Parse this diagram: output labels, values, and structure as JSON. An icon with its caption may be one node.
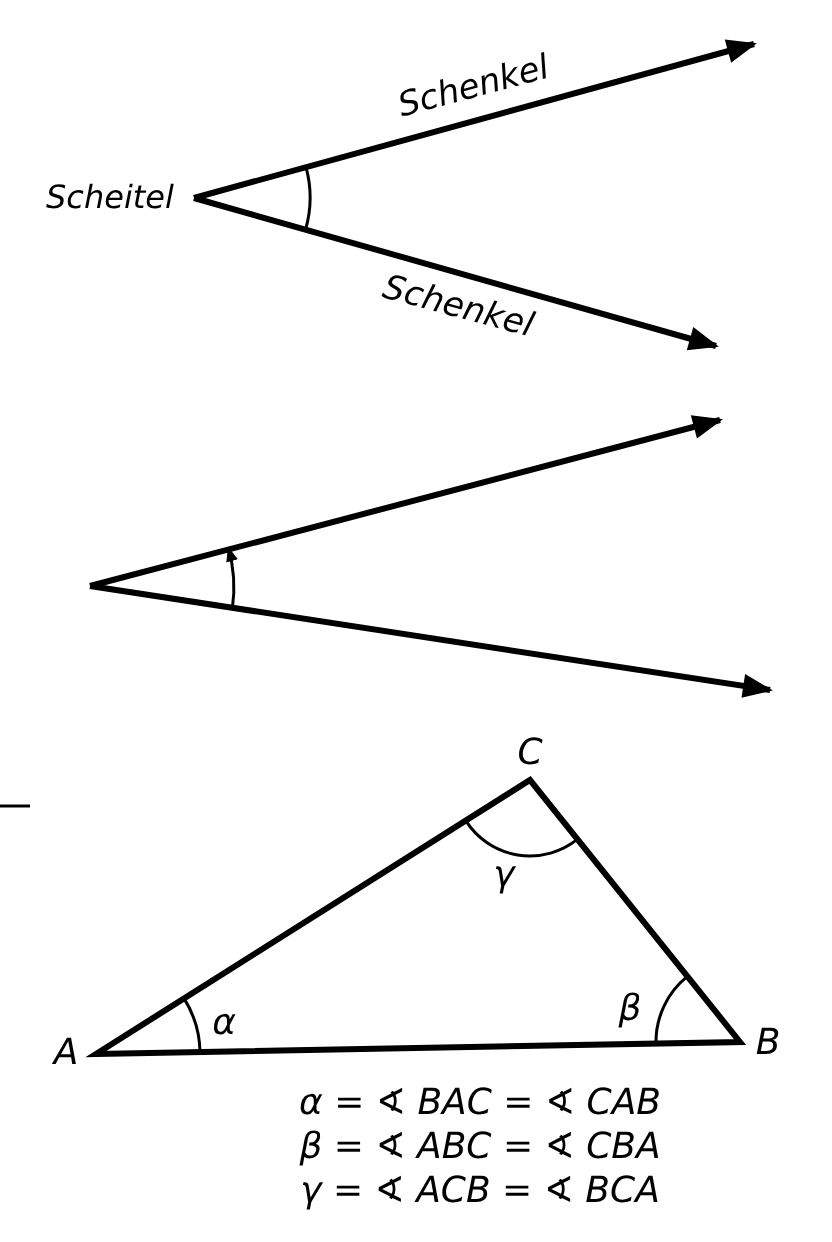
{
  "diagram": {
    "labels": [
      "Schenkel",
      "Scheitel",
      "Schenkel",
      "C",
      "γ",
      "α",
      "β",
      "A",
      "B",
      "α = ∢ BAC = ∢ CAB",
      "β = ∢ ABC = ∢ CBA",
      "γ = ∢ ACB = ∢ BCA"
    ]
  }
}
